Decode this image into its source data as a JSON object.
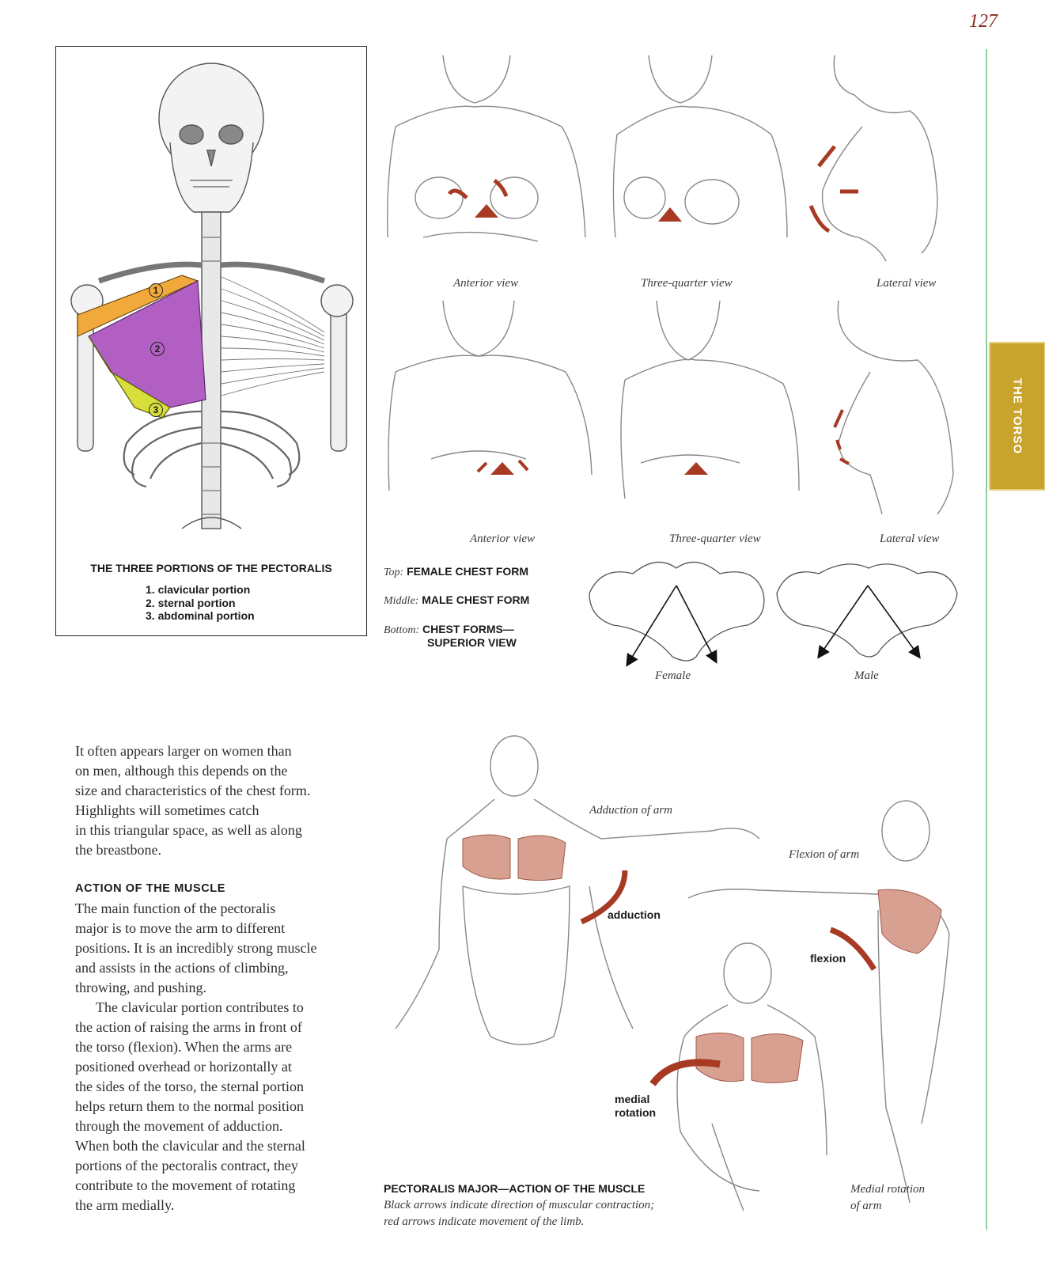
{
  "page": {
    "number": "127",
    "section_tab": "THE TORSO"
  },
  "skeleton_figure": {
    "markers": [
      "1",
      "2",
      "3"
    ],
    "title": "THE THREE PORTIONS OF THE PECTORALIS",
    "items": [
      "1. clavicular portion",
      "2. sternal portion",
      "3. abdominal portion"
    ]
  },
  "chest_views": {
    "top_labels": [
      "Anterior view",
      "Three-quarter view",
      "Lateral view"
    ],
    "middle_labels": [
      "Anterior view",
      "Three-quarter view",
      "Lateral view"
    ]
  },
  "legend": {
    "top_prefix": "Top:",
    "top_text": "FEMALE CHEST FORM",
    "middle_prefix": "Middle:",
    "middle_text": "MALE CHEST FORM",
    "bottom_prefix": "Bottom:",
    "bottom_text_1": "CHEST FORMS—",
    "bottom_text_2": "SUPERIOR VIEW"
  },
  "superior_views": {
    "labels": [
      "Female",
      "Male"
    ]
  },
  "body_text": {
    "intro_lines": [
      "It often appears larger on women than",
      "on men, although this depends on the",
      "size and characteristics of the chest form.",
      "Highlights will sometimes catch",
      "in this triangular space, as well as along",
      "the breastbone."
    ],
    "heading": "ACTION OF THE MUSCLE",
    "para1_lines": [
      "The main function of the pectoralis",
      "major is to move the arm to different",
      "positions. It is an incredibly strong muscle",
      "and assists in the actions of climbing,",
      "throwing, and pushing."
    ],
    "para2_lines": [
      "The clavicular portion contributes to",
      "the action of raising the arms in front of",
      "the torso (flexion). When the arms are",
      "positioned overhead or horizontally at",
      "the sides of the torso, the sternal portion",
      "helps return them to the normal position",
      "through the movement of adduction.",
      "When both the clavicular and the sternal",
      "portions of the pectoralis contract, they",
      "contribute to the movement of rotating",
      "the arm medially."
    ]
  },
  "action_figures": {
    "adduction_caption": "Adduction of arm",
    "adduction_label": "adduction",
    "flexion_caption": "Flexion of arm",
    "flexion_label": "flexion",
    "medial_label_1": "medial",
    "medial_label_2": "rotation",
    "medial_caption_1": "Medial rotation",
    "medial_caption_2": "of arm"
  },
  "caption": {
    "title": "PECTORALIS MAJOR—ACTION OF THE MUSCLE",
    "line1": "Black arrows indicate direction of muscular contraction;",
    "line2": "red arrows indicate movement of the limb."
  },
  "colors": {
    "clavicular": "#f2a93b",
    "sternal": "#b25fc4",
    "abdominal": "#d8df3a",
    "arrow_red": "#a83a24",
    "tab": "#c9a42c",
    "rule": "#8fd0a0"
  }
}
